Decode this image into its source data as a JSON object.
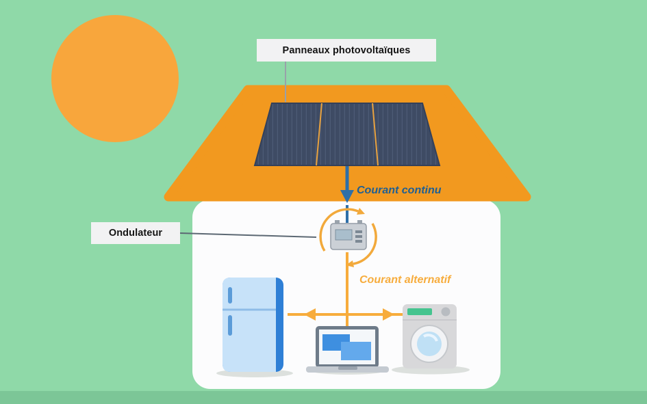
{
  "diagram": {
    "labels": {
      "panels": "Panneaux photovoltaïques",
      "inverter": "Ondulateur",
      "dc_current": "Courant continu",
      "ac_current": "Courant alternatif"
    },
    "icons": [
      "sun-icon",
      "house-icon",
      "solar-panels-icon",
      "dc-arrow-icon",
      "inverter-icon",
      "rotation-arrows-icon",
      "ac-arrows-icon",
      "refrigerator-icon",
      "laptop-icon",
      "washing-machine-icon"
    ],
    "colors": {
      "background": "#8FD9A8",
      "footer_strip": "#7CC697",
      "sun": "#F8A63C",
      "roof": "#F2991F",
      "panel": "#3E4B64",
      "panel_divider": "#E8A23F",
      "dc_blue": "#2E6FA8",
      "dc_text": "#1E5F93",
      "ac_orange": "#F7AC3C",
      "house": "#FCFCFD",
      "label_background": "#F2F2F3",
      "label_text": "#141414"
    }
  }
}
